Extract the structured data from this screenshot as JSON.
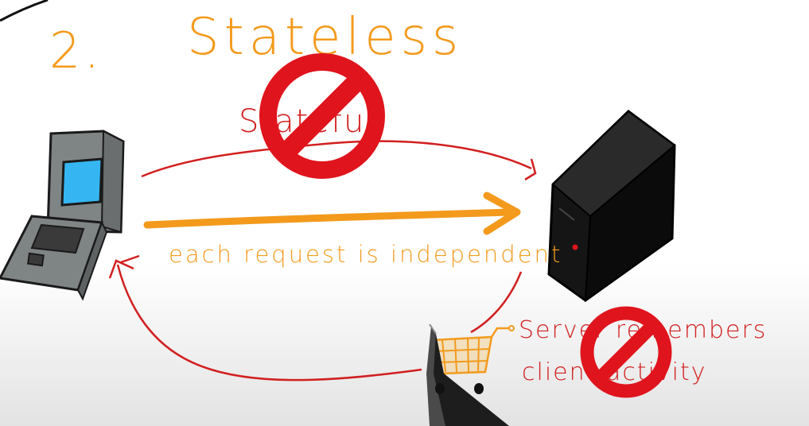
{
  "heading": {
    "number": "2.",
    "title": "Stateless"
  },
  "labels": {
    "crossed_top": "Stateful",
    "arrow_caption": "each request is independent",
    "crossed_note_line1": "Server remembers",
    "crossed_note_line2": "client activity"
  },
  "colors": {
    "orange": "#f39a1c",
    "red": "#d21f1f",
    "no_symbol": "#e0141c",
    "screen": "#35b6f3",
    "laptop_body": "#7f8485",
    "server_body": "#151515",
    "background_bottom": "#e6e6e6"
  },
  "icons": [
    "laptop-icon",
    "server-icon",
    "no-symbol-icon",
    "shopping-cart-icon",
    "pen-icon"
  ]
}
